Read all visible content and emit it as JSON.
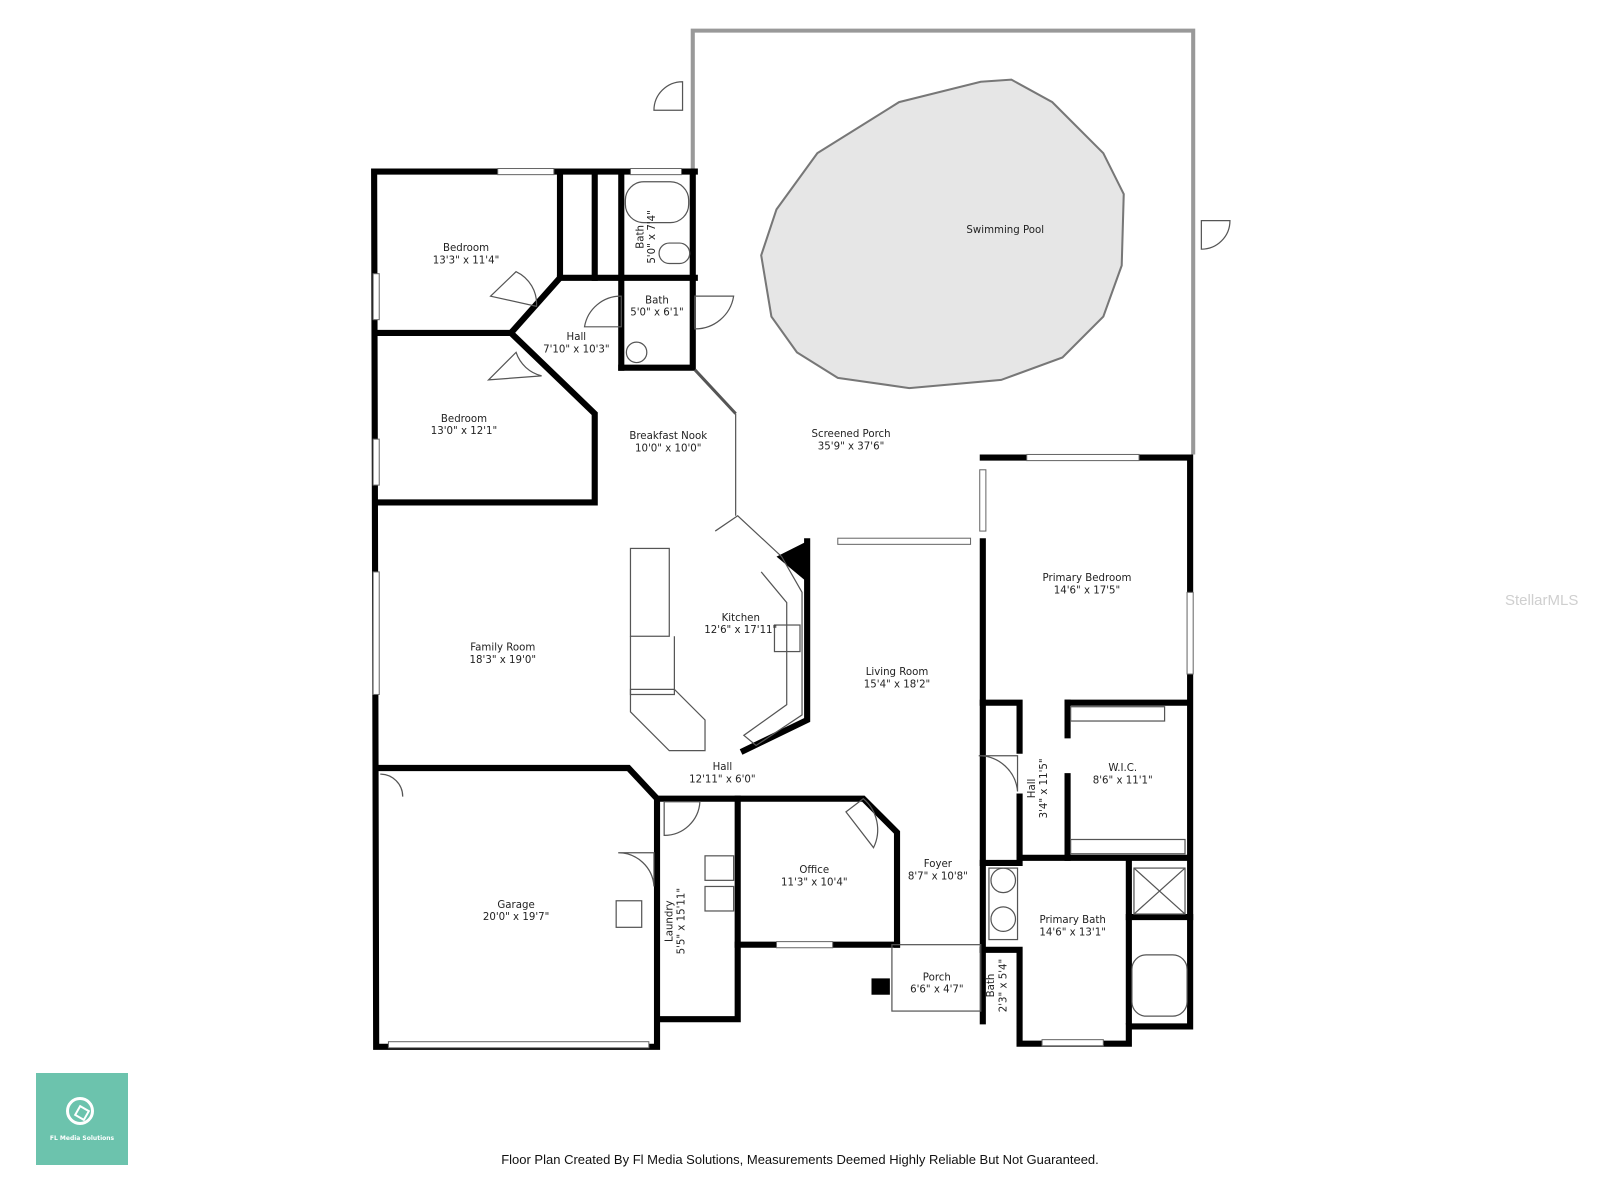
{
  "rooms": [
    {
      "name": "Bedroom",
      "dims": "13'3\" x 11'4\""
    },
    {
      "name": "Bath",
      "dims": "5'0\" x 7'4\""
    },
    {
      "name": "Bath",
      "dims": "5'0\" x 6'1\""
    },
    {
      "name": "Hall",
      "dims": "7'10\" x 10'3\""
    },
    {
      "name": "Bedroom",
      "dims": "13'0\" x 12'1\""
    },
    {
      "name": "Breakfast Nook",
      "dims": "10'0\" x 10'0\""
    },
    {
      "name": "Screened Porch",
      "dims": "35'9\" x 37'6\""
    },
    {
      "name": "Swimming Pool",
      "dims": ""
    },
    {
      "name": "Kitchen",
      "dims": "12'6\" x 17'11\""
    },
    {
      "name": "Family Room",
      "dims": "18'3\" x 19'0\""
    },
    {
      "name": "Living Room",
      "dims": "15'4\" x 18'2\""
    },
    {
      "name": "Primary Bedroom",
      "dims": "14'6\" x 17'5\""
    },
    {
      "name": "Hall",
      "dims": "12'11\" x 6'0\""
    },
    {
      "name": "W.I.C.",
      "dims": "8'6\" x 11'1\""
    },
    {
      "name": "Hall",
      "dims": "3'4\" x 11'5\""
    },
    {
      "name": "Office",
      "dims": "11'3\" x 10'4\""
    },
    {
      "name": "Foyer",
      "dims": "8'7\" x 10'8\""
    },
    {
      "name": "Garage",
      "dims": "20'0\" x 19'7\""
    },
    {
      "name": "Laundry",
      "dims": "5'5\" x 15'11\""
    },
    {
      "name": "Primary Bath",
      "dims": "14'6\" x 13'1\""
    },
    {
      "name": "Porch",
      "dims": "6'6\" x 4'7\""
    },
    {
      "name": "Bath",
      "dims": "2'3\" x 5'4\""
    }
  ],
  "logo_text": "FL Media Solutions",
  "watermark": "StellarMLS",
  "footer": "Floor Plan Created By Fl Media Solutions, Measurements Deemed Highly Reliable But Not Guaranteed.",
  "colors": {
    "logo_bg": "#6cc3ad",
    "pool_fill": "#e6e6e6",
    "wall": "#000000"
  }
}
